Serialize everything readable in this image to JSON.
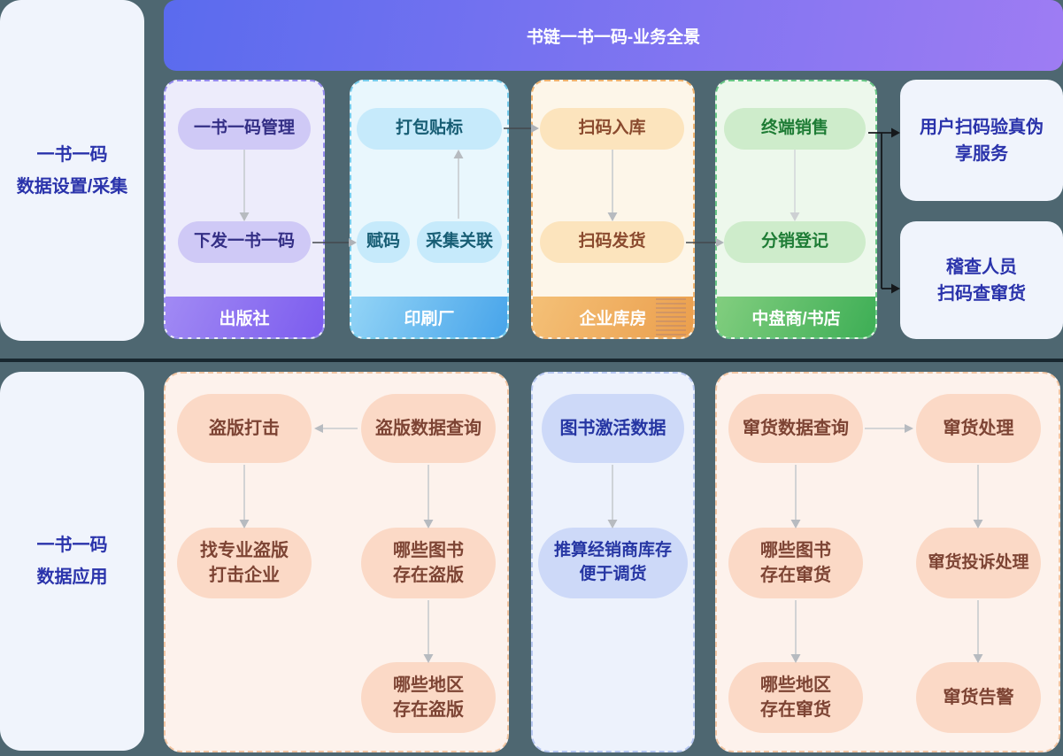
{
  "header": {
    "title": "书链一书一码-业务全景"
  },
  "sidebars": {
    "top_label": "一书一码\n数据设置/采集",
    "bottom_label": "一书一码\n数据应用"
  },
  "top_flow": {
    "publisher": {
      "footer": "出版社",
      "pills": {
        "manage": "一书一码管理",
        "issue": "下发一书一码"
      }
    },
    "printer": {
      "footer": "印刷厂",
      "pills": {
        "pack": "打包贴标",
        "code": "赋码",
        "collect": "采集关联"
      }
    },
    "warehouse": {
      "footer": "企业库房",
      "pills": {
        "inbound": "扫码入库",
        "outbound": "扫码发货"
      }
    },
    "store": {
      "footer": "中盘商/书店",
      "pills": {
        "sale": "终端销售",
        "register": "分销登记"
      }
    },
    "outcomes": {
      "user": "用户扫码验真伪\n享服务",
      "inspector": "稽查人员\n扫码查窜货"
    }
  },
  "bottom_flow": {
    "piracy": {
      "strike": "盗版打击",
      "query": "盗版数据查询",
      "company": "找专业盗版\n打击企业",
      "books": "哪些图书\n存在盗版",
      "regions": "哪些地区\n存在盗版"
    },
    "activation": {
      "data": "图书激活数据",
      "estimate": "推算经销商库存\n便于调货"
    },
    "diversion": {
      "query": "窜货数据查询",
      "handle": "窜货处理",
      "books": "哪些图书\n存在窜货",
      "complaint": "窜货投诉处理",
      "regions": "哪些地区\n存在窜货",
      "alert": "窜货告警"
    }
  },
  "colors": {
    "page_background": "#4e6771",
    "header_gradient_from": "#5a6bee",
    "header_gradient_to": "#9e7cf3",
    "panel_background": "#f0f4fc",
    "panel_text": "#2a33ab",
    "publisher_accent": "#7c5cee",
    "printer_accent": "#47a4ea",
    "warehouse_accent": "#eb9f4d",
    "store_accent": "#3dae55",
    "application_pill": "#fbd9c6",
    "application_text": "#7d4434",
    "activation_pill": "#cdd9f8",
    "divider": "#18272f"
  }
}
